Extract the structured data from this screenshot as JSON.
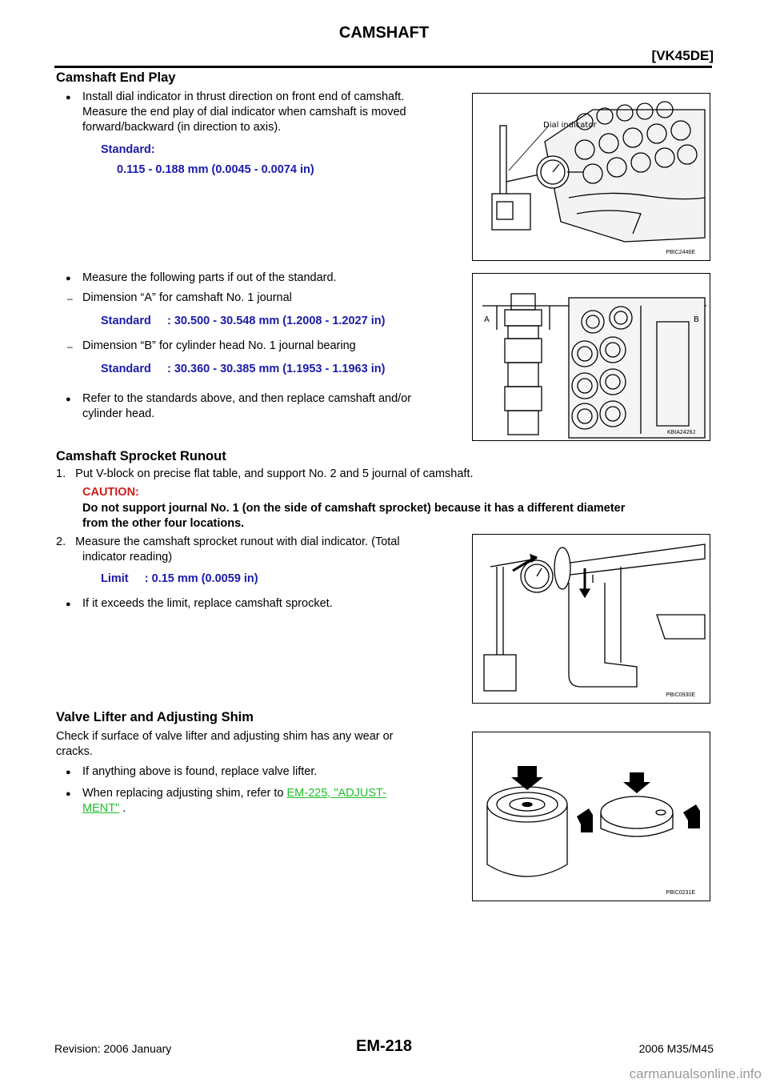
{
  "header": {
    "title": "CAMSHAFT",
    "engine_code": "[VK45DE]"
  },
  "sections": {
    "end_play": {
      "heading": "Camshaft End Play",
      "bullet1_line1": "Install dial indicator in thrust direction on front end of camshaft.",
      "bullet1_line2": "Measure the end play of dial indicator when camshaft is moved",
      "bullet1_line3": "forward/backward (in direction to axis).",
      "standard_label": "Standard:",
      "standard_value": "0.115 - 0.188 mm (0.0045 - 0.0074 in)",
      "bullet2": "Measure the following parts if out of the standard.",
      "dash1": "Dimension “A” for camshaft No. 1 journal",
      "spec1": "Standard     : 30.500 - 30.548 mm (1.2008 - 1.2027 in)",
      "dash2": "Dimension “B” for cylinder head No. 1 journal bearing",
      "spec2": "Standard     : 30.360 - 30.385 mm (1.1953 - 1.1963 in)",
      "bullet3_line1": "Refer to the standards above, and then replace camshaft and/or",
      "bullet3_line2": "cylinder head."
    },
    "sprocket": {
      "heading": "Camshaft Sprocket Runout",
      "step1": "1.   Put V-block on precise flat table, and support No. 2 and 5 journal of camshaft.",
      "caution_label": "CAUTION:",
      "caution_line1": "Do not support journal No. 1 (on the side of camshaft sprocket) because it has a different diameter",
      "caution_line2": "from the other four locations.",
      "step2_line1": "2.   Measure the camshaft sprocket runout with dial indicator. (Total",
      "step2_line2": "indicator reading)",
      "limit": "Limit     : 0.15 mm (0.0059 in)",
      "bullet": "If it exceeds the limit, replace camshaft sprocket."
    },
    "valve_lifter": {
      "heading": "Valve Lifter and Adjusting Shim",
      "para_line1": "Check if surface of valve lifter and adjusting shim has any wear or",
      "para_line2": "cracks.",
      "bullet1": "If anything above is found, replace valve lifter.",
      "bullet2_prefix": "When replacing adjusting shim, refer to",
      "bullet2_link1": "EM-225, \"ADJUST-",
      "bullet2_link2": "MENT\"",
      "bullet2_suffix": "."
    }
  },
  "figures": {
    "fig1": {
      "label": "Dial indicator",
      "id": "PBIC2446E"
    },
    "fig2": {
      "label_a": "A",
      "label_b": "B",
      "id": "KBIA2426J"
    },
    "fig3": {
      "id": "PBIC0930E"
    },
    "fig4": {
      "id": "PBIC0231E"
    }
  },
  "footer": {
    "revision": "Revision: 2006 January",
    "page": "EM-218",
    "model": "2006 M35/M45",
    "watermark": "carmanualsonline.info"
  },
  "colors": {
    "spec_blue": "#1b1ba8",
    "caution_red": "#d11a1a",
    "link_green": "#1fbf2a"
  }
}
